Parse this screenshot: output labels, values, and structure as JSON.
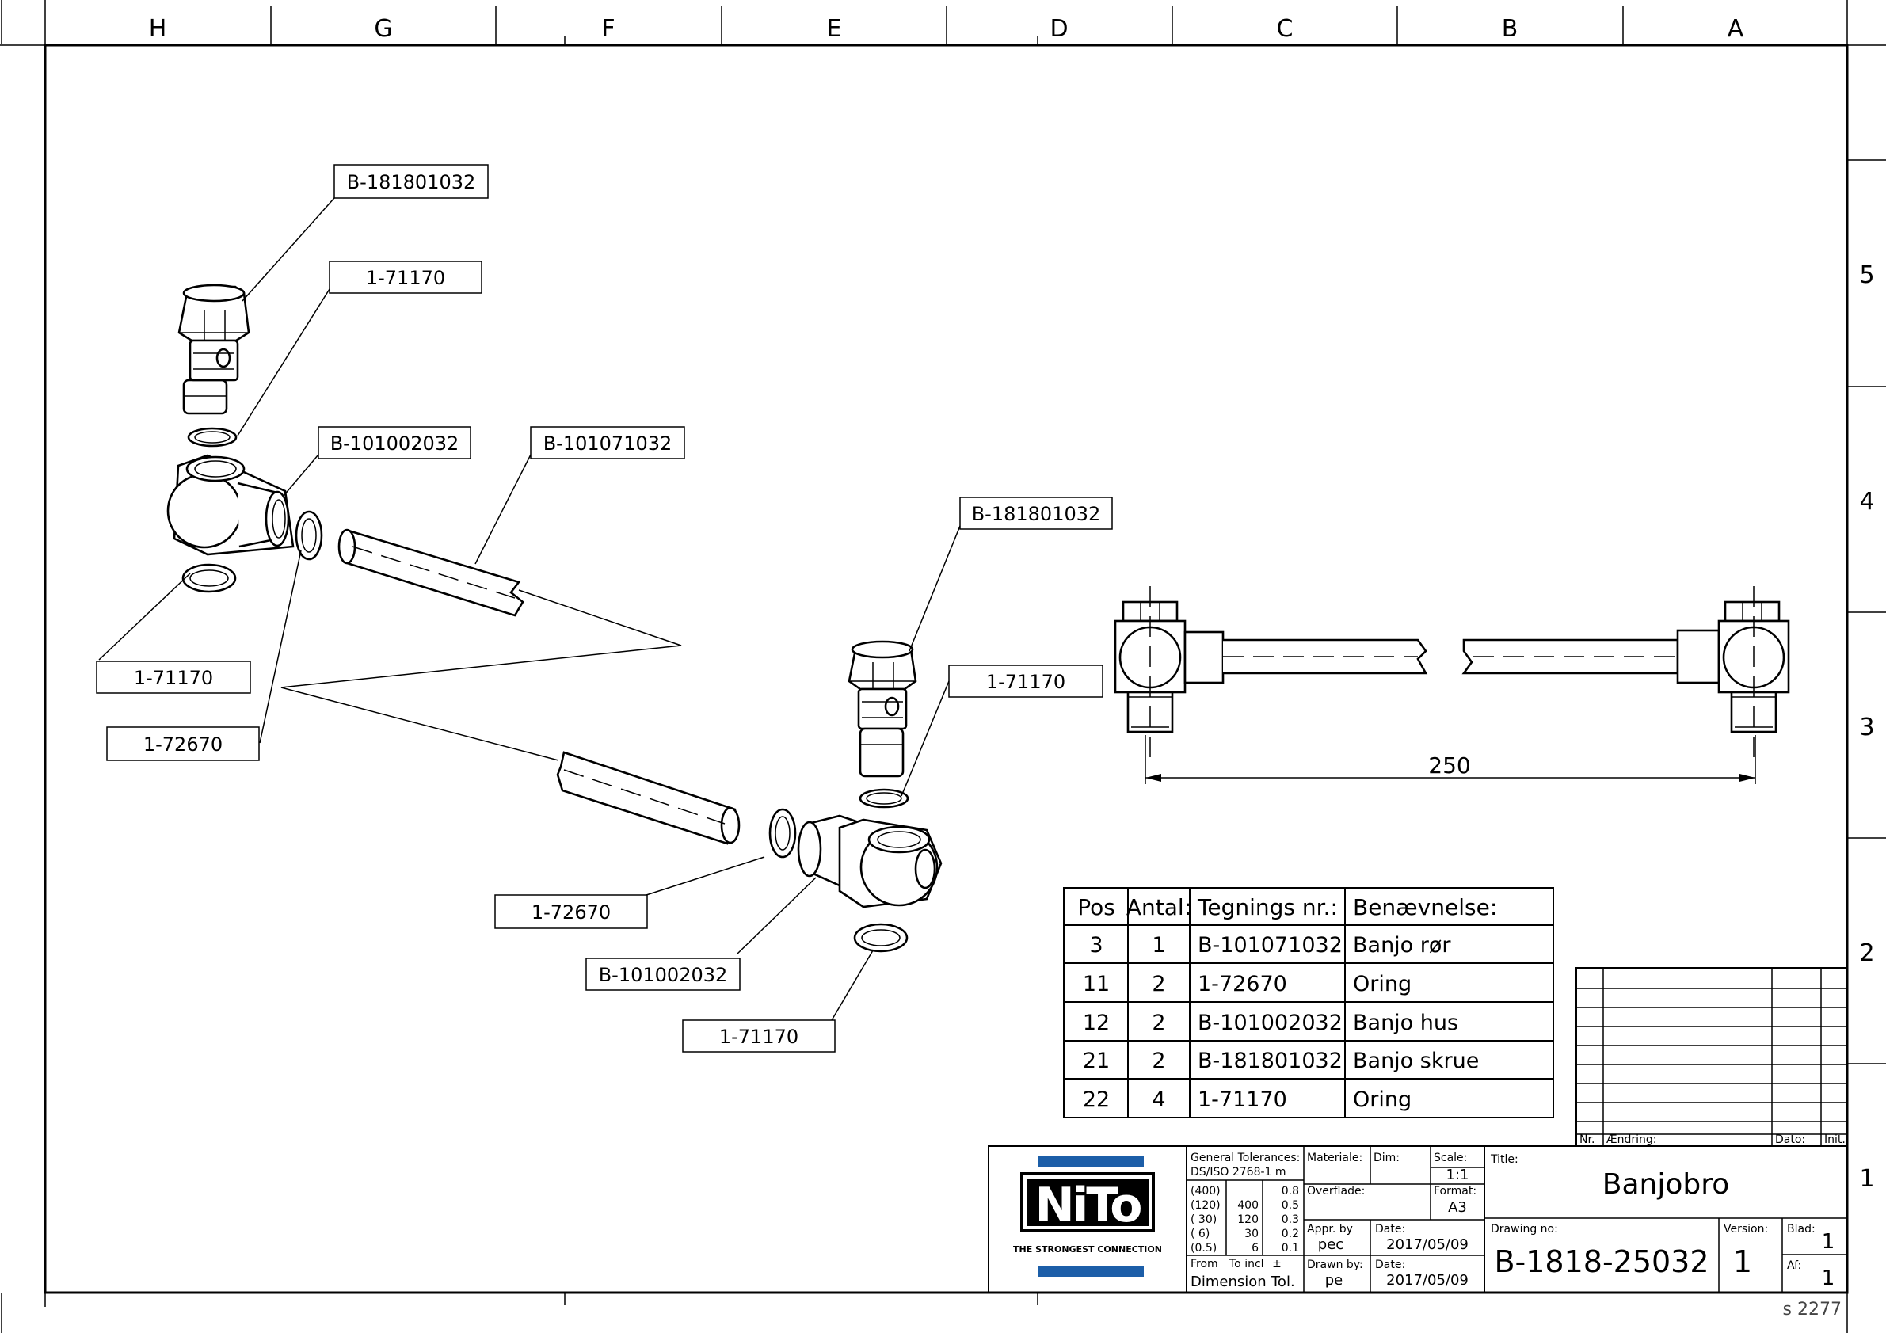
{
  "grid": {
    "columns": [
      "H",
      "G",
      "F",
      "E",
      "D",
      "C",
      "B",
      "A"
    ],
    "rows": [
      "5",
      "4",
      "3",
      "2",
      "1"
    ]
  },
  "callouts": [
    {
      "text": "B-181801032"
    },
    {
      "text": "1-71170"
    },
    {
      "text": "B-101002032"
    },
    {
      "text": "B-101071032"
    },
    {
      "text": "1-71170"
    },
    {
      "text": "1-72670"
    },
    {
      "text": "B-181801032"
    },
    {
      "text": "1-71170"
    },
    {
      "text": "1-72670"
    },
    {
      "text": "B-101002032"
    },
    {
      "text": "1-71170"
    }
  ],
  "dimension": {
    "value": "250"
  },
  "parts_list": {
    "headers": [
      "Pos",
      "Antal:",
      "Tegnings nr.:",
      "Benævnelse:"
    ],
    "rows": [
      [
        "3",
        "1",
        "B-101071032",
        "Banjo rør"
      ],
      [
        "11",
        "2",
        "1-72670",
        "Oring"
      ],
      [
        "12",
        "2",
        "B-101002032",
        "Banjo hus"
      ],
      [
        "21",
        "2",
        "B-181801032",
        "Banjo skrue"
      ],
      [
        "22",
        "4",
        "1-71170",
        "Oring"
      ]
    ]
  },
  "revision_table": {
    "nr": "Nr.",
    "aendring": "Ændring:",
    "dato": "Dato:",
    "init": "Init."
  },
  "title_block": {
    "logo_text": "NiTo",
    "logo_tagline": "THE STRONGEST CONNECTION",
    "general_tolerances_label": "General Tolerances:",
    "standard": "DS/ISO 2768-1 m",
    "tolerance_rows": [
      [
        "(400)",
        "",
        "0.8"
      ],
      [
        "(120)",
        "400",
        "0.5"
      ],
      [
        "( 30)",
        "120",
        "0.3"
      ],
      [
        "(  6)",
        "30",
        "0.2"
      ],
      [
        "(0.5)",
        "6",
        "0.1"
      ]
    ],
    "from_label": "From",
    "to_incl_label": "To incl",
    "plusminus": "±",
    "dimension_label": "Dimension",
    "tol_label": "Tol.",
    "materiale_label": "Materiale:",
    "dim_label": "Dim:",
    "scale_label": "Scale:",
    "scale_value": "1:1",
    "overflade_label": "Overflade:",
    "format_label": "Format:",
    "format_value": "A3",
    "appr_by_label": "Appr. by",
    "appr_by_value": "pec",
    "appr_date_label": "Date:",
    "appr_date_value": "2017/05/09",
    "drawn_by_label": "Drawn by:",
    "drawn_by_value": "pe",
    "drawn_date_label": "Date:",
    "drawn_date_value": "2017/05/09",
    "title_label": "Title:",
    "title_value": "Banjobro",
    "drawing_no_label": "Drawing no:",
    "drawing_no_value": "B-1818-25032",
    "version_label": "Version:",
    "version_value": "1",
    "blad_label": "Blad:",
    "blad_value": "1",
    "af_label": "Af:",
    "af_value": "1"
  },
  "sheet_ref": "s 2277",
  "colors": {
    "logo_blue": "#1c5ea8",
    "ink": "#000000",
    "paper": "#ffffff"
  }
}
